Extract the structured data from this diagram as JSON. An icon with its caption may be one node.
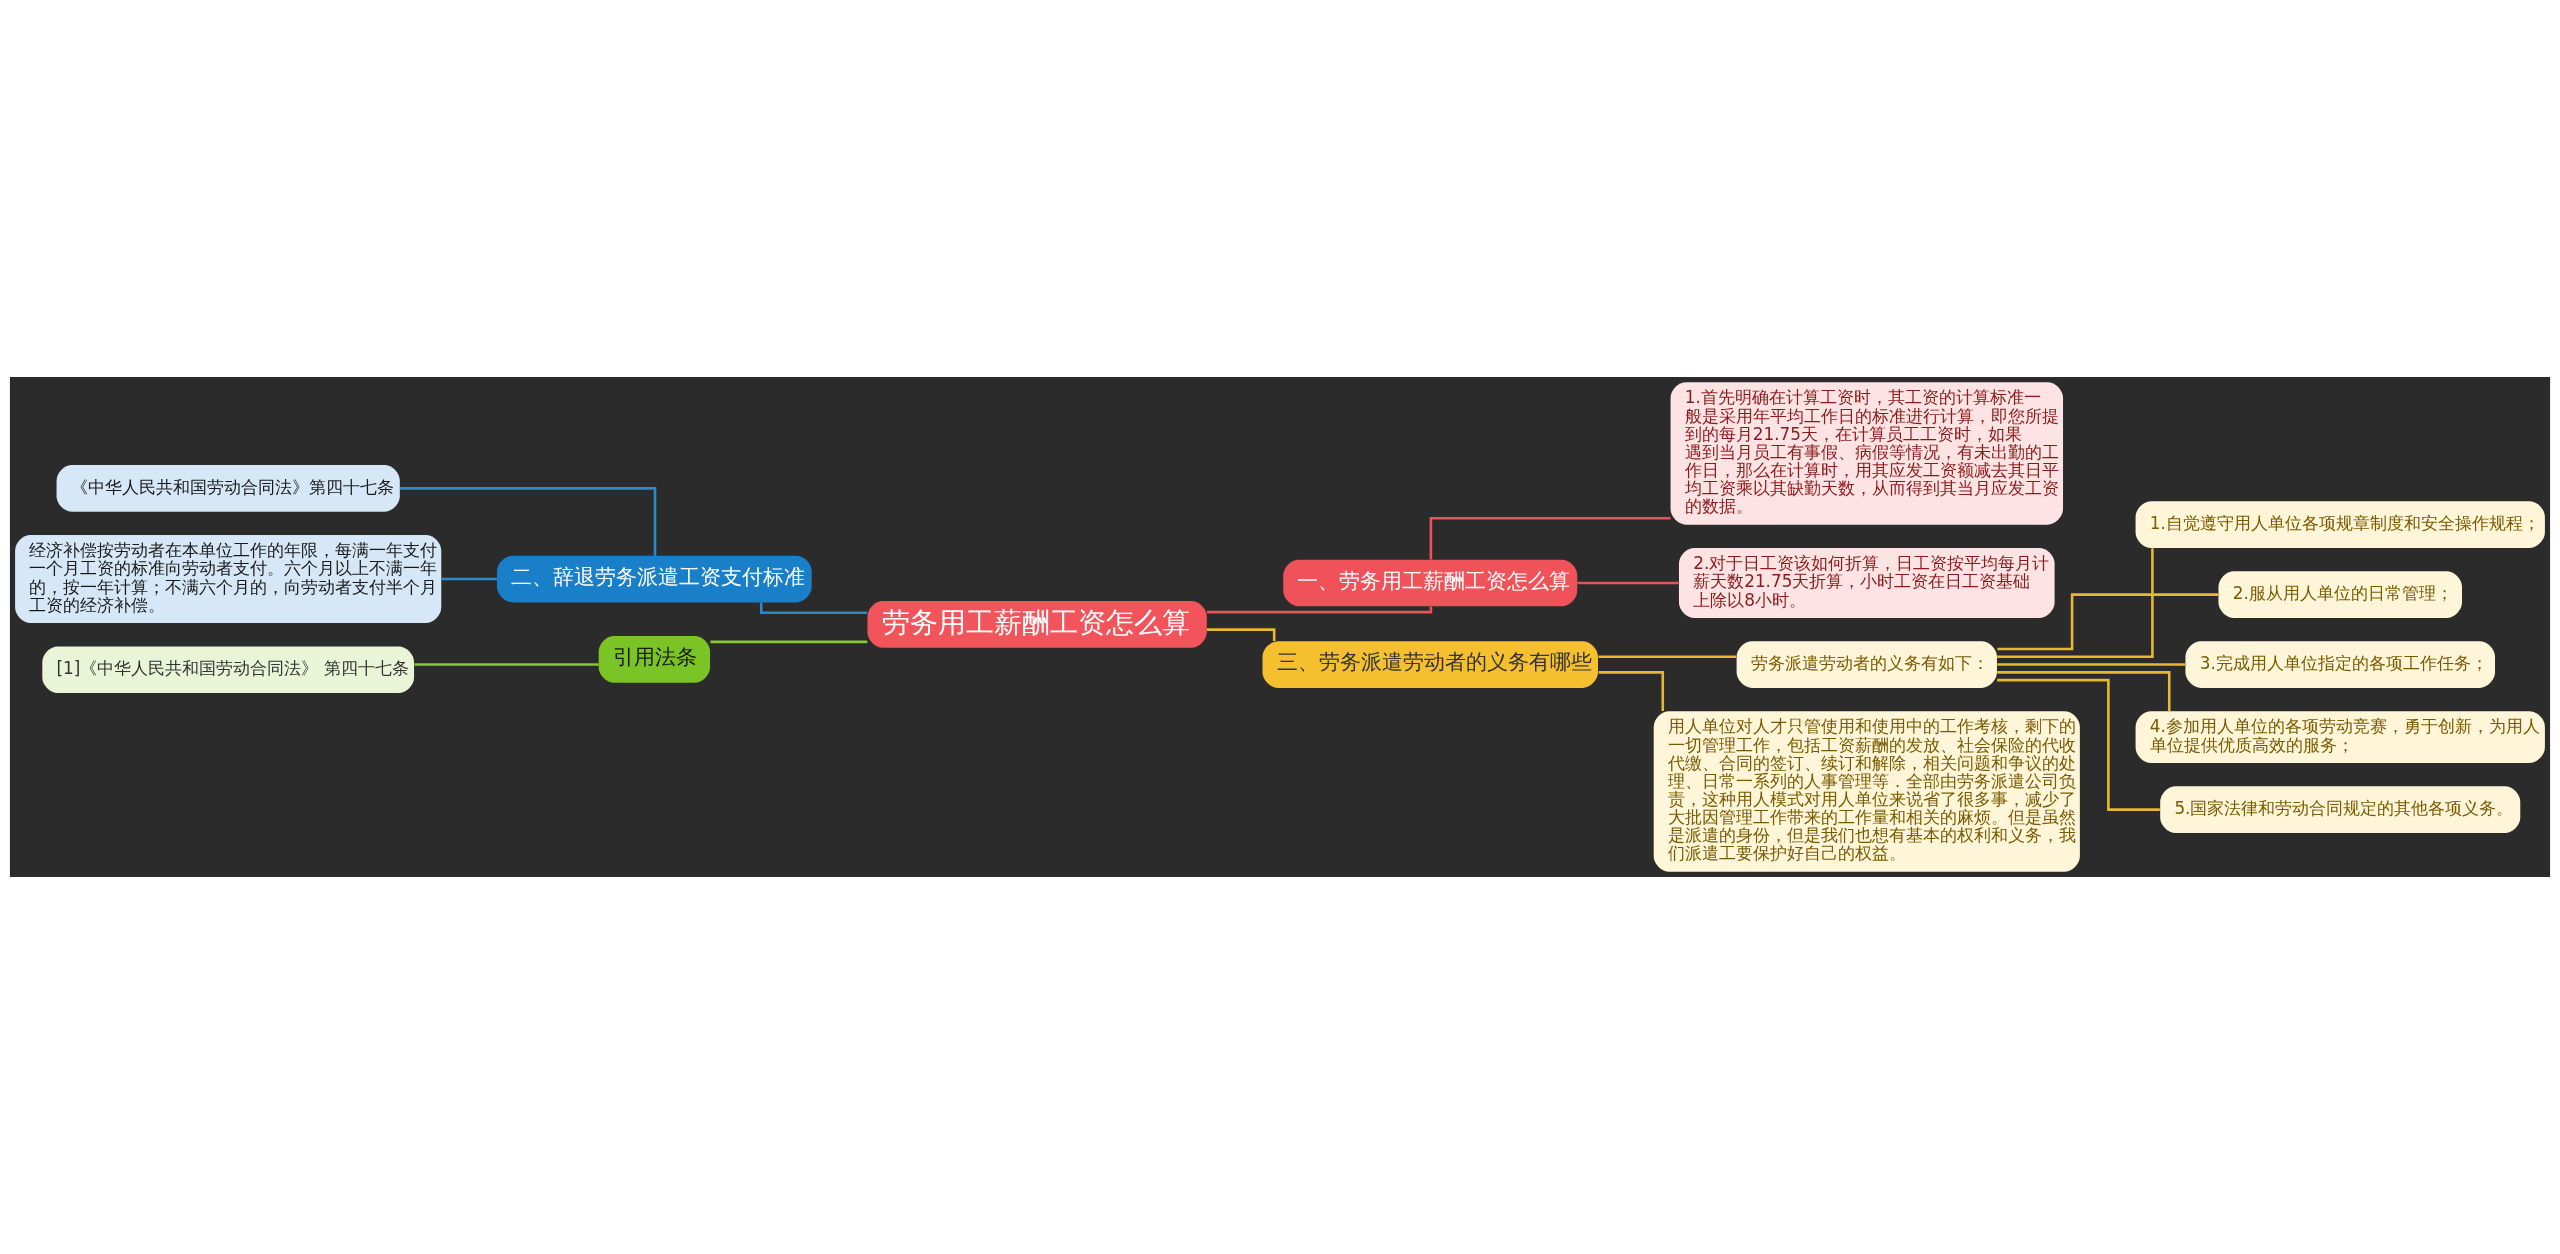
{
  "diagram": {
    "nodes": [
      {
        "text": [
          "劳务用工薪酬工资怎么算"
        ]
      },
      {
        "text": [
          "一、劳务用工薪酬工资怎么算"
        ]
      },
      {
        "text": [
          "1.首先明确在计算工资时，其工资的计算标准一般是采用年平均工作日的标准进行计算，即您所提到的每月21.75天，在计算员工工资时，如果遇到当月员工有事假、病假等情况，有未出勤的工作日，那么在计算时，用其应发工资额减去其日平均工资乘以其缺勤天数，从而得到其当月应发工资的数据。"
        ]
      },
      {
        "text": [
          "2.对于日工资该如何折算，日工资按平均每月计薪天数21.75天折算，小时工资在日工资基础上除以8小时。"
        ]
      },
      {
        "text": [
          "二、辞退劳务派遣工资支付标准"
        ]
      },
      {
        "text": [
          "《中华人民共和国劳动合同法》第四十七条"
        ]
      },
      {
        "text": [
          "经济补偿按劳动者在本单位工作的年限，每满一年支付一个月工资的标准向劳动者支付。六个月以上不满一年的，按一年计算；不满六个月的，向劳动者支付半个月工资的经济补偿。"
        ]
      },
      {
        "text": [
          "引用法条"
        ]
      },
      {
        "text": [
          "[1]《中华人民共和国劳动合同法》 第四十七条"
        ]
      },
      {
        "text": [
          "三、劳务派遣劳动者的义务有哪些"
        ]
      },
      {
        "text": [
          "劳务派遣劳动者的义务有如下："
        ]
      },
      {
        "text": [
          "1.自觉遵守用人单位各项规章制度和安全操作规程；"
        ]
      },
      {
        "text": [
          "2.服从用人单位的日常管理；"
        ]
      },
      {
        "text": [
          "3.完成用人单位指定的各项工作任务；"
        ]
      },
      {
        "text": [
          "4.参加用人单位的各项劳动竞赛，勇于创新，为用人单位提供优质高效的服务；"
        ]
      },
      {
        "text": [
          "5.国家法律和劳动合同规定的其他各项义务。"
        ]
      },
      {
        "text": [
          "用人单位对人才只管使用和使用中的工作考核，剩下的一切管理工作，包括工资薪酬的发放、社会保险的代收代缴、合同的签订、续订和解除，相关问题和争议的处理、日常一系列的人事管理等．全部由劳务派遣公司负责，这种用人模式对用人单位来说省了很多事，减少了大批因管理工作带来的工作量和相关的麻烦。但是虽然是派遣的身份，但是我们也想有基本的权利和义务，我们派遣工要保护好自己的权益。"
        ]
      }
    ],
    "edges": [
      {
        "from": 0,
        "to": 1,
        "arrow": "none",
        "color": "#e8545a"
      },
      {
        "from": 1,
        "to": 2,
        "arrow": "none",
        "color": "#e8545a"
      },
      {
        "from": 1,
        "to": 3,
        "arrow": "none",
        "color": "#e8545a"
      },
      {
        "from": 4,
        "to": 0,
        "arrow": "none",
        "color": "#2a8ad0"
      },
      {
        "from": 5,
        "to": 4,
        "arrow": "none",
        "color": "#2a8ad0"
      },
      {
        "from": 6,
        "to": 4,
        "arrow": "none",
        "color": "#2a8ad0"
      },
      {
        "from": 7,
        "to": 0,
        "arrow": "none",
        "color": "#8ac832"
      },
      {
        "from": 8,
        "to": 7,
        "arrow": "none",
        "color": "#8ac832"
      },
      {
        "from": 0,
        "to": 9,
        "arrow": "none"
      },
      {
        "from": 9,
        "to": 10,
        "arrow": "none"
      },
      {
        "from": 10,
        "to": 11,
        "arrow": "none"
      },
      {
        "from": 10,
        "to": 12,
        "arrow": "none"
      },
      {
        "from": 10,
        "to": 13,
        "arrow": "none"
      },
      {
        "from": 10,
        "to": 14,
        "arrow": "none"
      },
      {
        "from": 10,
        "to": 15,
        "arrow": "none"
      },
      {
        "from": 9,
        "to": 16,
        "arrow": "none"
      }
    ]
  }
}
